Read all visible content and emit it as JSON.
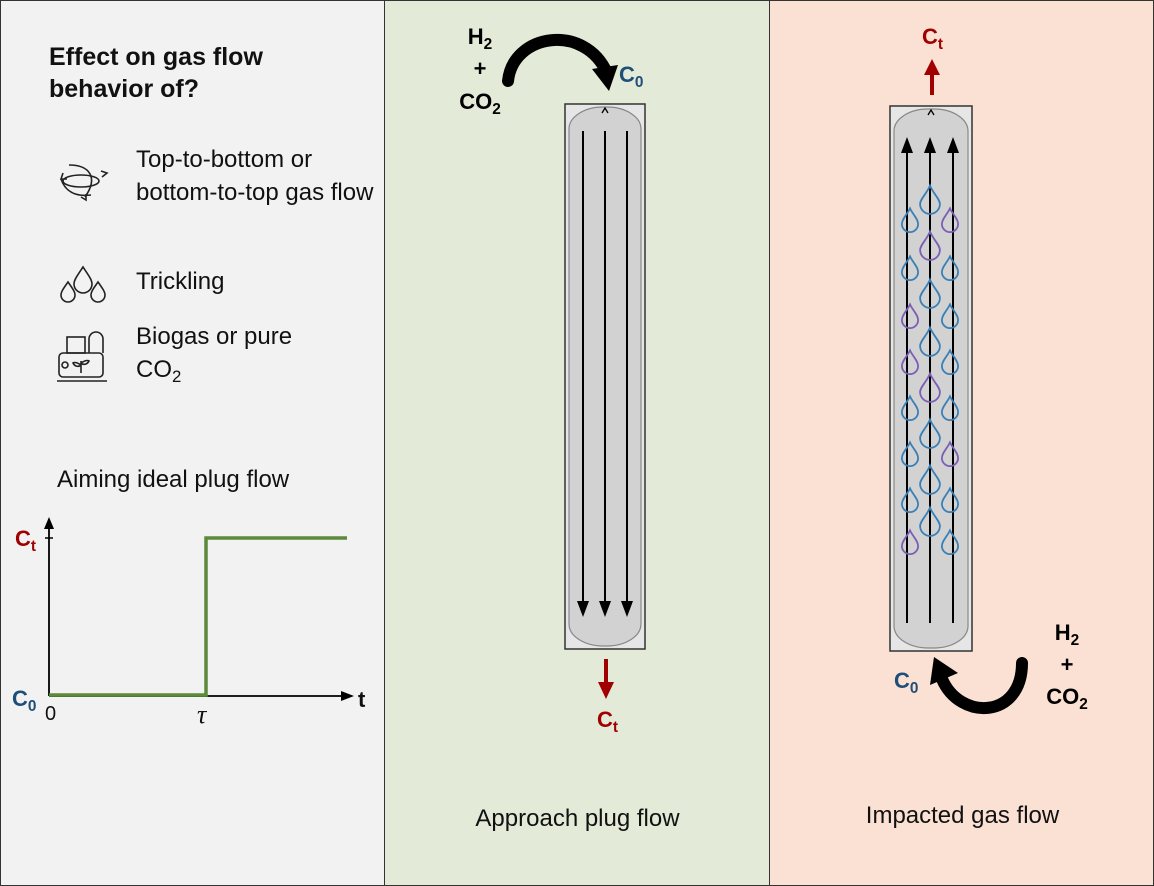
{
  "left": {
    "heading": "Effect on gas flow behavior of?",
    "items": [
      {
        "icon": "gas-flow-direction-icon",
        "text": "Top-to-bottom or bottom-to-top gas flow"
      },
      {
        "icon": "droplets-icon",
        "text": "Trickling"
      },
      {
        "icon": "biogas-plant-icon",
        "text": "Biogas or pure"
      }
    ],
    "item3_line2": "CO",
    "item3_sub": "2",
    "plot_title": "Aiming ideal plug flow"
  },
  "chart_data": {
    "type": "line",
    "title": "Aiming ideal plug flow",
    "xlabel": "t",
    "ylabel": "Ct",
    "y_low_label": "C0",
    "x_tick_labels": [
      "0",
      "τ"
    ],
    "series": [
      {
        "points": [
          [
            "0",
            "C0"
          ],
          [
            "τ",
            "C0"
          ],
          [
            "τ",
            "Ct"
          ],
          [
            "after τ",
            "Ct"
          ]
        ]
      }
    ],
    "line_color": "#5b8a3a"
  },
  "middle": {
    "inlet_h": "H",
    "inlet_h_sub": "2",
    "plus": "+",
    "inlet_co": "CO",
    "inlet_co_sub": "2",
    "c0": "C",
    "c0_sub": "0",
    "ct": "C",
    "ct_sub": "t",
    "caption": "Approach plug flow"
  },
  "right": {
    "inlet_h": "H",
    "inlet_h_sub": "2",
    "plus": "+",
    "inlet_co": "CO",
    "inlet_co_sub": "2",
    "c0": "C",
    "c0_sub": "0",
    "ct": "C",
    "ct_sub": "t",
    "caption": "Impacted gas flow"
  },
  "colors": {
    "c0_blue": "#1f4e79",
    "ct_red": "#a00000",
    "plug_green": "#5b8a3a",
    "panel_left": "#f2f2f2",
    "panel_middle": "#e3ead8",
    "panel_right": "#fbe1d4",
    "drop_blue": "#3a7fb5",
    "drop_purple": "#7a5fb5"
  }
}
